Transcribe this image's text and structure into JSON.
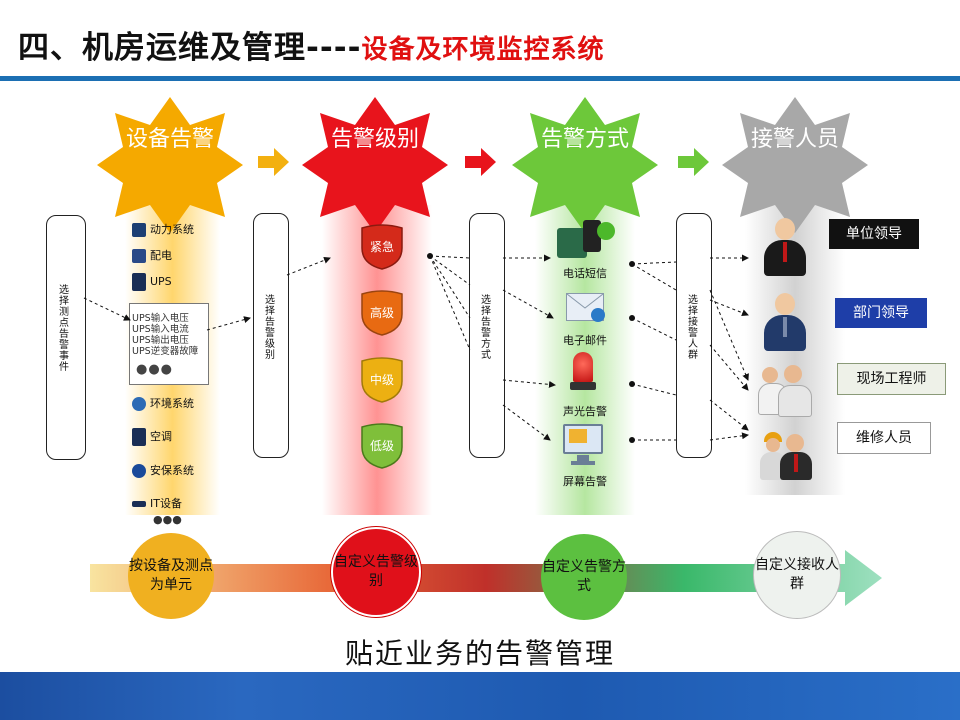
{
  "title": {
    "main": "四、机房运维及管理----",
    "sub": "设备及环境监控系统"
  },
  "stages": [
    "设备告警",
    "告警级别",
    "告警方式",
    "接警人员"
  ],
  "stage_colors": [
    "#f5a900",
    "#e8141c",
    "#6dc83a",
    "#a8a8a8"
  ],
  "brackets": [
    "选择测点告警事件",
    "选择告警级别",
    "选择告警方式",
    "选择接警人群"
  ],
  "devices": {
    "items": [
      "动力系统",
      "配电",
      "UPS",
      "环境系统",
      "空调",
      "安保系统",
      "IT设备"
    ],
    "more": "●●●",
    "ups_events": [
      "UPS输入电压",
      "UPS输入电流",
      "UPS输出电压",
      "UPS逆变器故障"
    ],
    "ups_more": "●●●"
  },
  "levels": [
    "紧急",
    "高级",
    "中级",
    "低级"
  ],
  "level_colors": [
    "#d42a1a",
    "#e86a12",
    "#ecb012",
    "#7fbf3a"
  ],
  "methods": [
    "电话短信",
    "电子邮件",
    "声光告警",
    "屏幕告警"
  ],
  "people": [
    "单位领导",
    "部门领导",
    "现场工程师",
    "维修人员"
  ],
  "bubbles": [
    "按设备及测点为单元",
    "自定义告警级别",
    "自定义告警方式",
    "自定义接收人群"
  ],
  "caption": "贴近业务的告警管理"
}
